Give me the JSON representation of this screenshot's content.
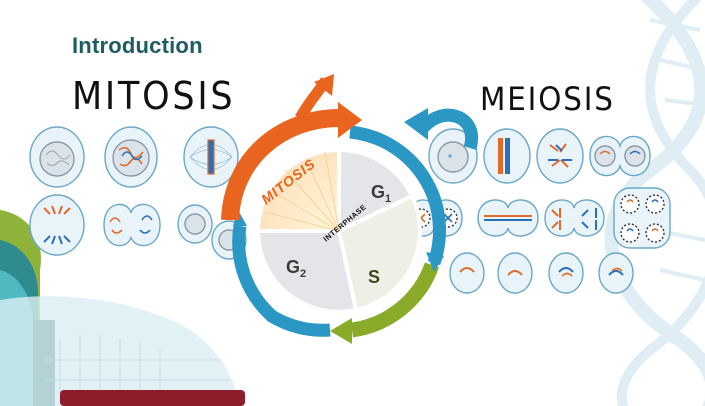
{
  "slide": {
    "title": "Introduction",
    "left_heading": "MITOSIS",
    "right_heading": "MEIOSIS"
  },
  "cycle": {
    "phase_mitosis": "MITOSIS",
    "phase_g1": "G",
    "phase_g1_sub": "1",
    "phase_s": "S",
    "phase_g2": "G",
    "phase_g2_sub": "2",
    "interphase": "INTERPHASE"
  },
  "colors": {
    "title": "#1e5c63",
    "mitosis_orange": "#e8641f",
    "cycle_blue": "#2b97c4",
    "cycle_green": "#8aab2a",
    "phase_fill": "#e3e5e8",
    "cell_outline": "#6aa7c8",
    "cell_fill": "#e9f4fa",
    "chromosome_orange": "#e06a2a",
    "chromosome_blue": "#2a6fb8",
    "dna_watermark": "#dcecf3",
    "corner_teal": "#4fb8c0",
    "corner_green": "#8fb33a",
    "corner_maroon": "#8e1d2c"
  }
}
